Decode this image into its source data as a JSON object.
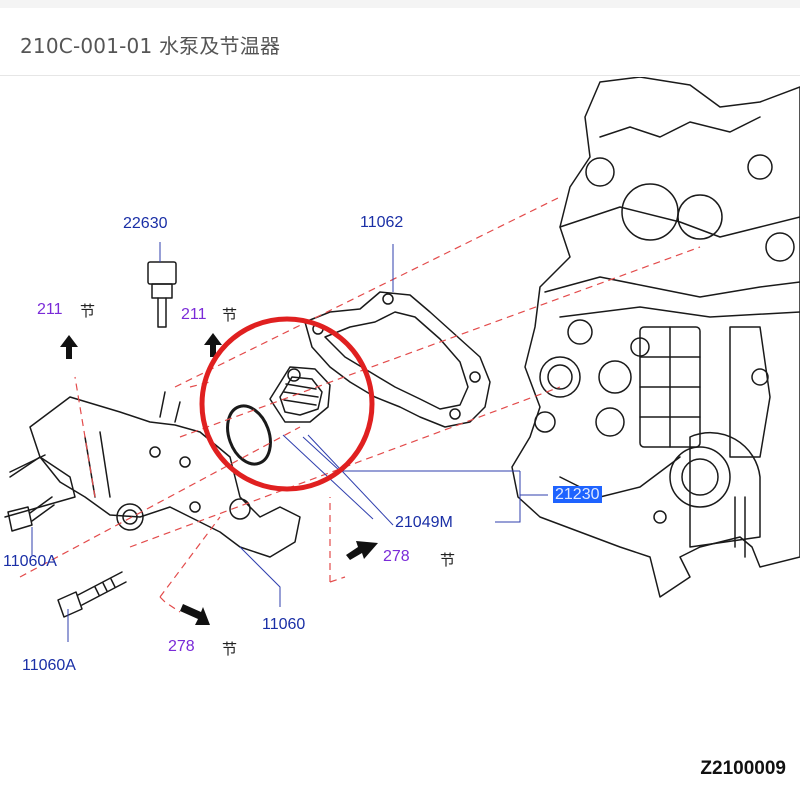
{
  "header": {
    "title": "210C-001-01 水泵及节温器"
  },
  "labels": {
    "p22630": "22630",
    "p11062": "11062",
    "ref211a": "211",
    "ref211b": "211",
    "ref278a": "278",
    "ref278b": "278",
    "jie": "节",
    "p21230": "21230",
    "p21049m": "21049M",
    "p11060": "11060",
    "p11060a_1": "11060A",
    "p11060a_2": "11060A"
  },
  "drawing_code": "Z2100009",
  "colors": {
    "part_number": "#1a2fa6",
    "reference": "#7a2bd8",
    "highlight_circle": "#e02020",
    "dash_line": "#e34b4b"
  }
}
